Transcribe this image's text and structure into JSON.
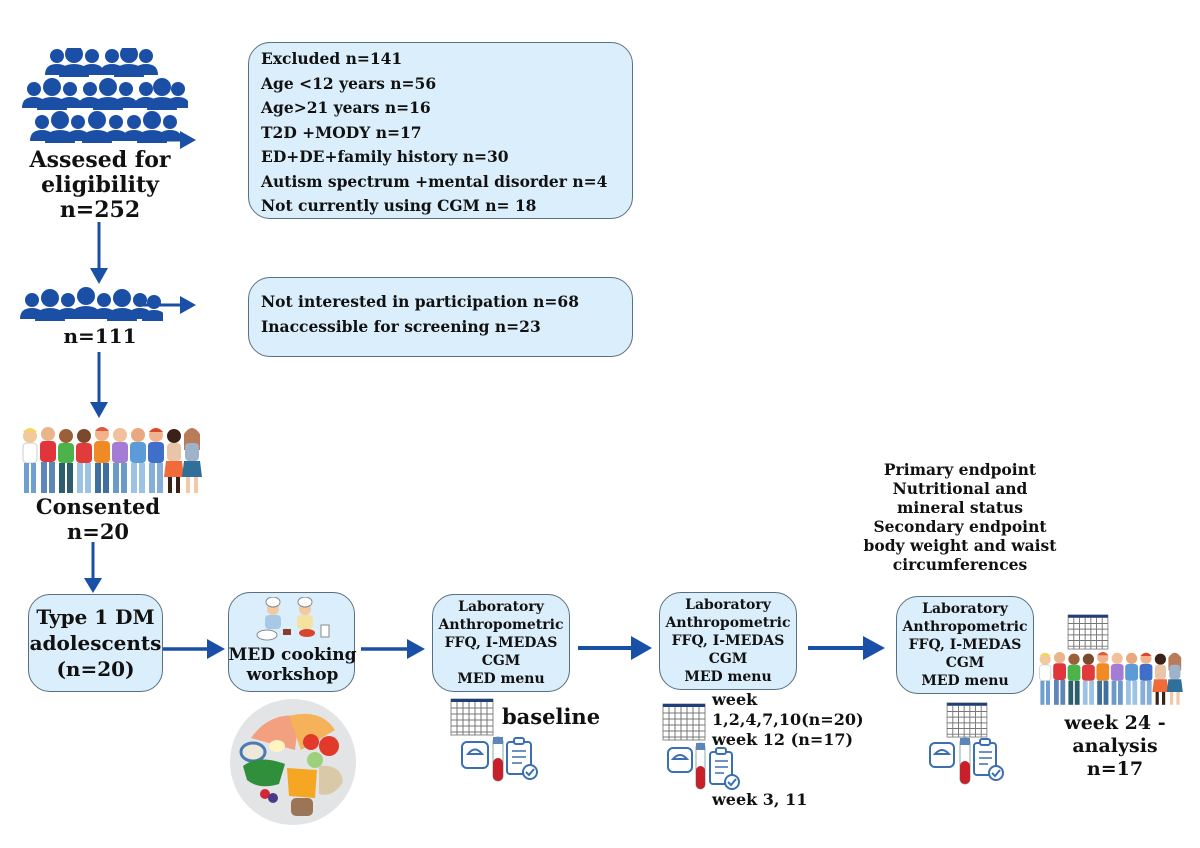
{
  "colors": {
    "arrow": "#1a4fa8",
    "box_fill": "#dbeefb",
    "box_border": "#5a6f80",
    "crowd_icon": "#1b4fa6"
  },
  "icons": {
    "crowd_large": "people-crowd-icon",
    "crowd_small": "people-group-icon",
    "adolescents": "adolescents-group-illustration",
    "cooking": "chefs-cooking-illustration",
    "plate": "mediterranean-food-plate-illustration",
    "calendar": "calendar-icon",
    "scale": "weighing-scale-icon",
    "blood_tube": "blood-test-tube-icon",
    "clipboard": "checklist-clipboard-icon"
  },
  "enrollment": {
    "assessed": {
      "lines": [
        "Assesed for",
        "eligibility",
        "n=252"
      ]
    },
    "excluded_box": {
      "lines": [
        "Excluded n=141",
        "Age <12 years n=56",
        "Age>21 years n=16",
        "T2D +MODY n=17",
        "ED+DE+family history n=30",
        "Autism spectrum +mental disorder n=4",
        "Not currently using CGM n= 18"
      ]
    },
    "screened": {
      "label": "n=111"
    },
    "not_participating_box": {
      "lines": [
        "Not interested in participation n=68",
        "Inaccessible for screening n=23"
      ]
    },
    "consented": {
      "lines": [
        "Consented",
        "n=20"
      ]
    }
  },
  "timeline": {
    "cohort_box": {
      "lines": [
        "Type 1 DM",
        "adolescents",
        "(n=20)"
      ]
    },
    "workshop_box": {
      "lines": [
        "MED cooking",
        "workshop"
      ]
    },
    "assessment_lines": [
      "Laboratory",
      "Anthropometric",
      "FFQ, I-MEDAS",
      "CGM",
      "MED menu"
    ],
    "baseline": {
      "label": "baseline"
    },
    "followup": {
      "lines": [
        "week",
        "1,2,4,7,10(n=20)",
        "week 12  (n=17)"
      ],
      "extra": "week 3, 11"
    },
    "endpoints": {
      "lines": [
        "Primary endpoint",
        "Nutritional and",
        "mineral status",
        "Secondary endpoint",
        "body weight and waist",
        "circumferences"
      ]
    },
    "final": {
      "lines": [
        "week 24 -",
        "analysis",
        "n=17"
      ]
    }
  }
}
